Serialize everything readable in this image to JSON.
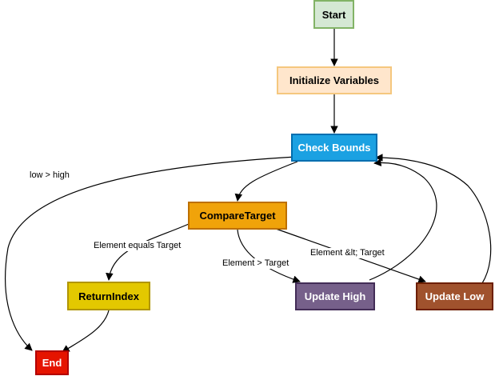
{
  "nodes": {
    "start": {
      "label": "Start",
      "fill": "#d5e8d4",
      "stroke": "#82b366",
      "text": "#000000"
    },
    "init": {
      "label": "Initialize Variables",
      "fill": "#ffe6cc",
      "stroke": "#f5c77e",
      "text": "#000000"
    },
    "check": {
      "label": "Check Bounds",
      "fill": "#1ba1e2",
      "stroke": "#006eaf",
      "text": "#ffffff"
    },
    "compare": {
      "label": "CompareTarget",
      "fill": "#f0a30a",
      "stroke": "#bd7000",
      "text": "#000000"
    },
    "return_index": {
      "label": "ReturnIndex",
      "fill": "#e3c800",
      "stroke": "#b09500",
      "text": "#000000"
    },
    "update_high": {
      "label": "Update High",
      "fill": "#76608a",
      "stroke": "#432d57",
      "text": "#ffffff"
    },
    "update_low": {
      "label": "Update Low",
      "fill": "#a0522d",
      "stroke": "#6d1f00",
      "text": "#ffffff"
    },
    "end": {
      "label": "End",
      "fill": "#e51400",
      "stroke": "#b20000",
      "text": "#ffffff"
    }
  },
  "edges": {
    "low_gt_high": "low > high",
    "equals": "Element equals Target",
    "greater": "Element > Target",
    "less": "Element &lt; Target"
  }
}
